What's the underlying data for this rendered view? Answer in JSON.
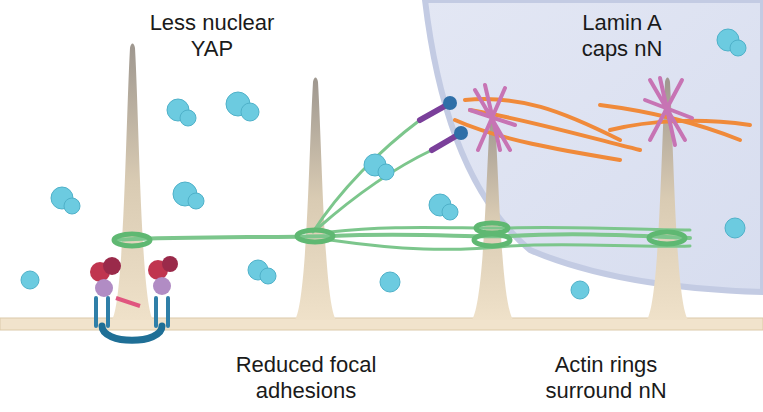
{
  "diagram": {
    "labels": [
      "Less nuclear YAP",
      "Lamin A caps nN",
      "Reduced focal adhesions",
      "Actin rings surround nN"
    ]
  }
}
